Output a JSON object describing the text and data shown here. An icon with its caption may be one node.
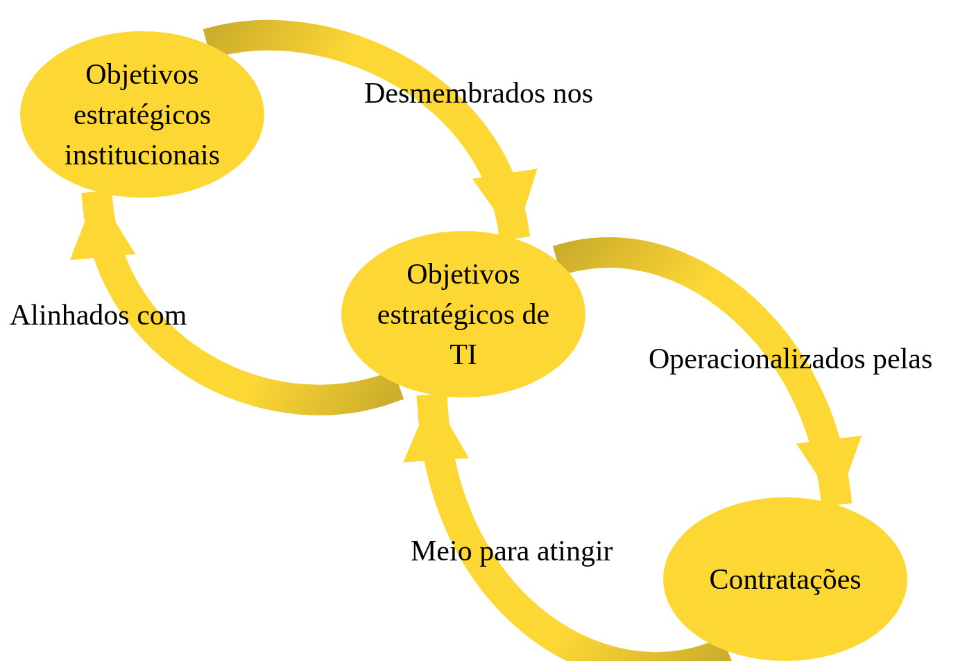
{
  "diagram": {
    "nodes": [
      {
        "text": [
          "Objetivos estratégicos institucionais"
        ]
      },
      {
        "text": [
          "Objetivos estratégicos de TI"
        ]
      },
      {
        "text": [
          "Contratações"
        ]
      }
    ],
    "edges": [
      {
        "from": 0,
        "to": 1,
        "arrow": "to",
        "label": "Desmembrados nos"
      },
      {
        "from": 1,
        "to": 0,
        "arrow": "to",
        "label": "Alinhados com"
      },
      {
        "from": 1,
        "to": 2,
        "arrow": "to",
        "label": "Operacionalizados pelas"
      },
      {
        "from": 2,
        "to": 1,
        "arrow": "to",
        "label": "Meio para atingir"
      }
    ]
  }
}
